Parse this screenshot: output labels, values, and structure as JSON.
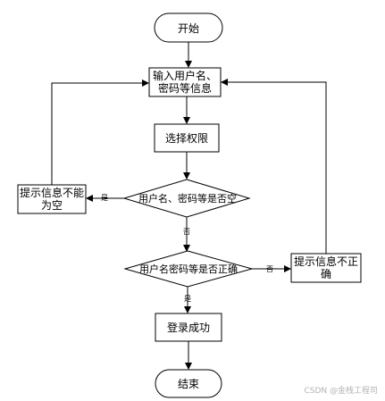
{
  "nodes": {
    "start": {
      "label": "开始"
    },
    "input": {
      "label_line1": "输入用户名、",
      "label_line2": "密码等信息"
    },
    "select_perm": {
      "label": "选择权限"
    },
    "check_empty": {
      "label": "用户名、密码等是否空"
    },
    "check_correct": {
      "label": "用户名密码等是否正确"
    },
    "msg_empty": {
      "label_line1": "提示信息不能",
      "label_line2": "为空"
    },
    "msg_incorrect": {
      "label_line1": "提示信息不正",
      "label_line2": "确"
    },
    "login_success": {
      "label": "登录成功"
    },
    "end": {
      "label": "结束"
    }
  },
  "edges": {
    "empty_yes": "是",
    "empty_no": "否",
    "correct_no": "否",
    "correct_yes": "是"
  },
  "watermark": "CSDN @金栈工程司"
}
